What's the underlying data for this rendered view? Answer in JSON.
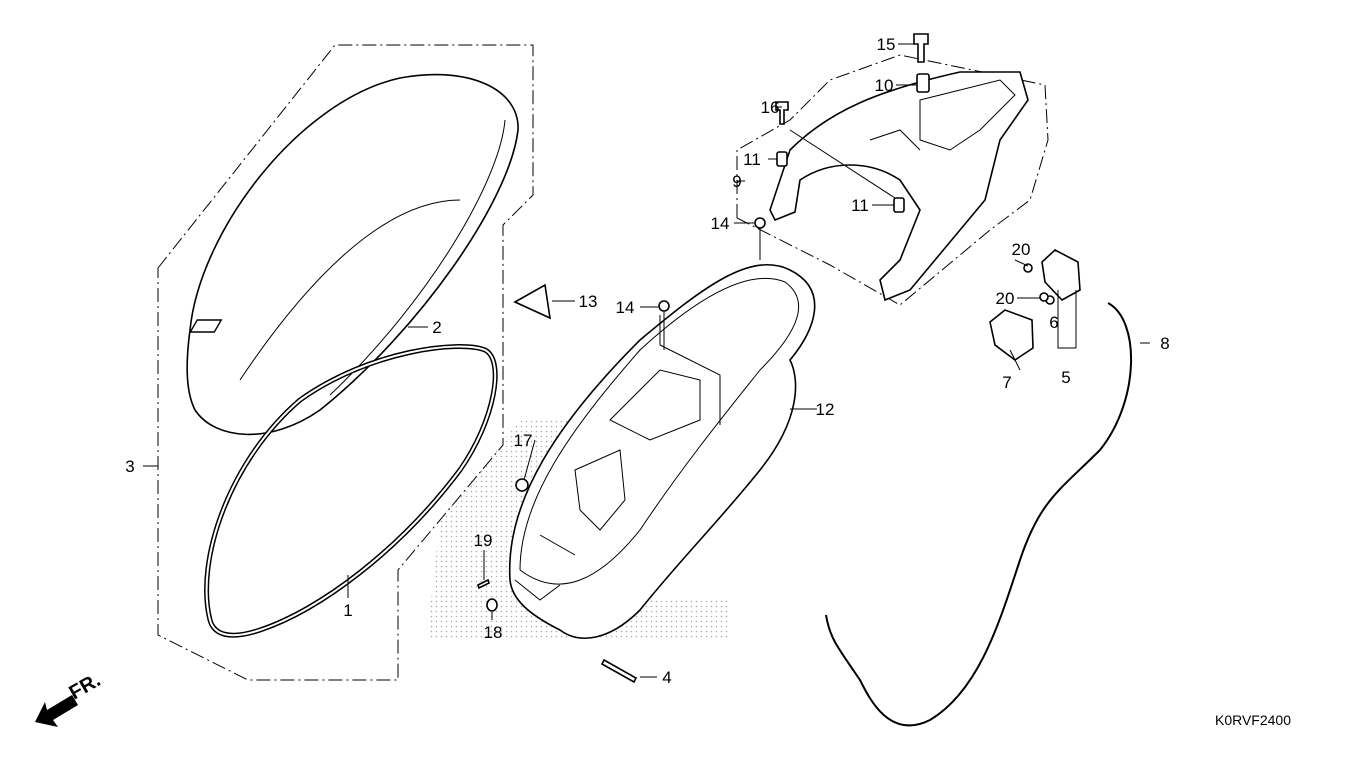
{
  "diagram": {
    "code": "K0RVF2400",
    "front_indicator": "FR.",
    "callouts": {
      "c1": "1",
      "c2": "2",
      "c3": "3",
      "c4": "4",
      "c5": "5",
      "c6": "6",
      "c7": "7",
      "c8": "8",
      "c9": "9",
      "c10": "10",
      "c11a": "11",
      "c11b": "11",
      "c12": "12",
      "c13": "13",
      "c14a": "14",
      "c14b": "14",
      "c15": "15",
      "c16": "16",
      "c17": "17",
      "c18": "18",
      "c19": "19",
      "c20a": "20",
      "c20b": "20"
    }
  }
}
